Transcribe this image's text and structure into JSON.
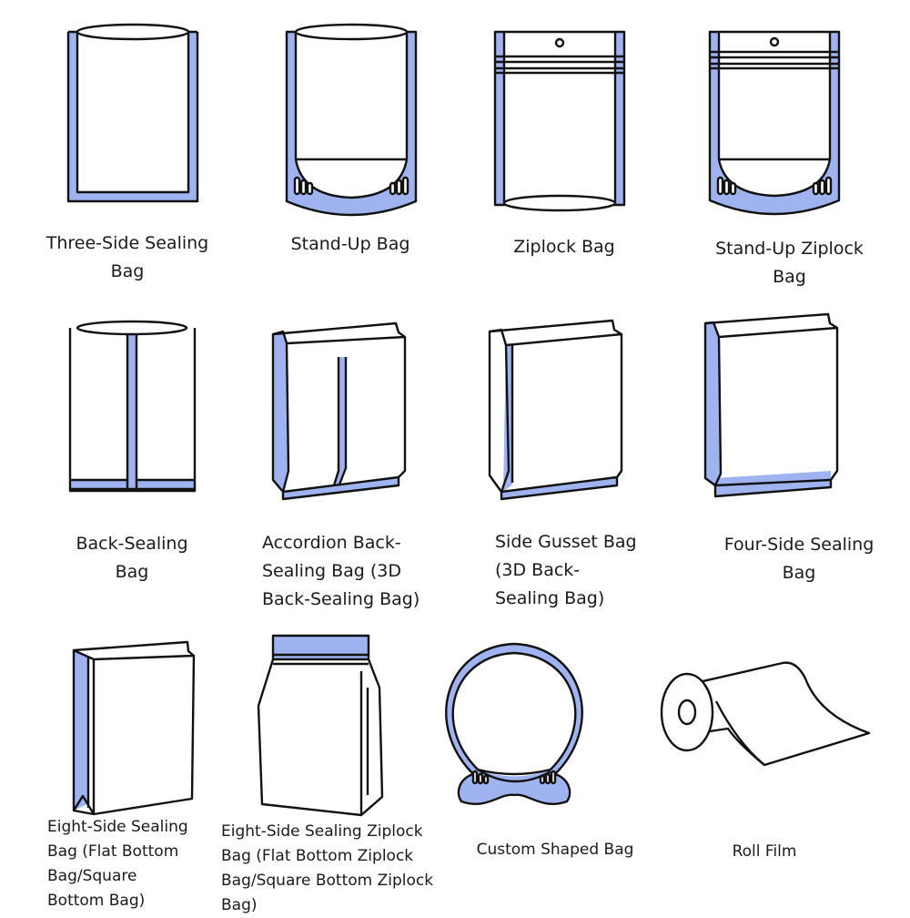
{
  "colors": {
    "seal": "#9eb3ef",
    "outline": "#111111",
    "background": "#ffffff"
  },
  "items": [
    {
      "icon": "three-side-sealing-bag",
      "label": "Three-Side Sealing\nBag"
    },
    {
      "icon": "stand-up-bag",
      "label": "Stand-Up Bag"
    },
    {
      "icon": "ziplock-bag",
      "label": "Ziplock Bag"
    },
    {
      "icon": "stand-up-ziplock-bag",
      "label": "Stand-Up Ziplock\nBag"
    },
    {
      "icon": "back-sealing-bag",
      "label": "Back-Sealing\nBag"
    },
    {
      "icon": "accordion-back-sealing-bag",
      "label": "Accordion Back-\nSealing Bag (3D\nBack-Sealing Bag)"
    },
    {
      "icon": "side-gusset-bag",
      "label": "Side Gusset Bag\n(3D Back-\nSealing Bag)"
    },
    {
      "icon": "four-side-sealing-bag",
      "label": "Four-Side Sealing\nBag"
    },
    {
      "icon": "eight-side-sealing-bag",
      "label": "Eight-Side Sealing\nBag (Flat Bottom\nBag/Square\nBottom Bag)"
    },
    {
      "icon": "eight-side-sealing-ziplock-bag",
      "label": "Eight-Side Sealing Ziplock\nBag (Flat Bottom Ziplock\nBag/Square Bottom Ziplock\nBag)"
    },
    {
      "icon": "custom-shaped-bag",
      "label": "Custom Shaped Bag"
    },
    {
      "icon": "roll-film",
      "label": "Roll Film"
    }
  ]
}
